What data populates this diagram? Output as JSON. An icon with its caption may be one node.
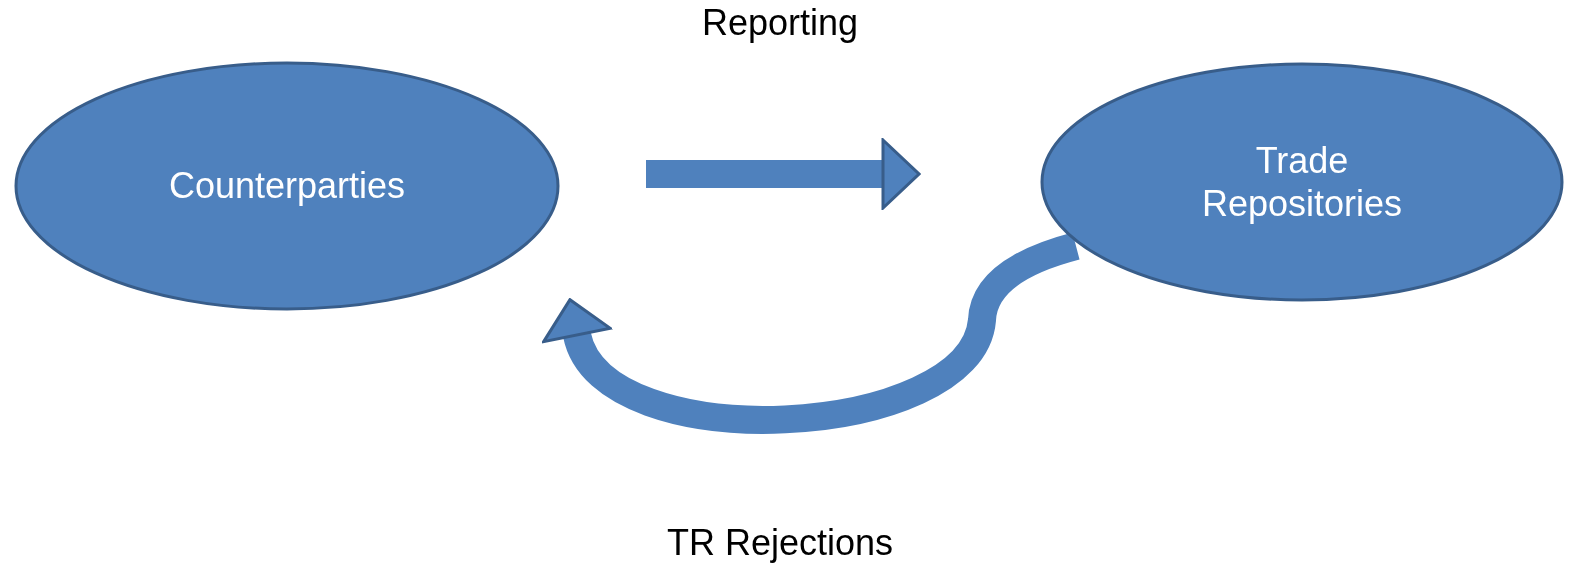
{
  "diagram": {
    "nodes": [
      {
        "text": [
          "Counterparties"
        ]
      },
      {
        "text": [
          "Trade Repositories"
        ]
      }
    ],
    "edges": [
      {
        "from": 0,
        "to": 1,
        "arrow": "to",
        "label": "Reporting"
      },
      {
        "from": 1,
        "to": 0,
        "arrow": "to",
        "label": "TR Rejections"
      }
    ]
  }
}
